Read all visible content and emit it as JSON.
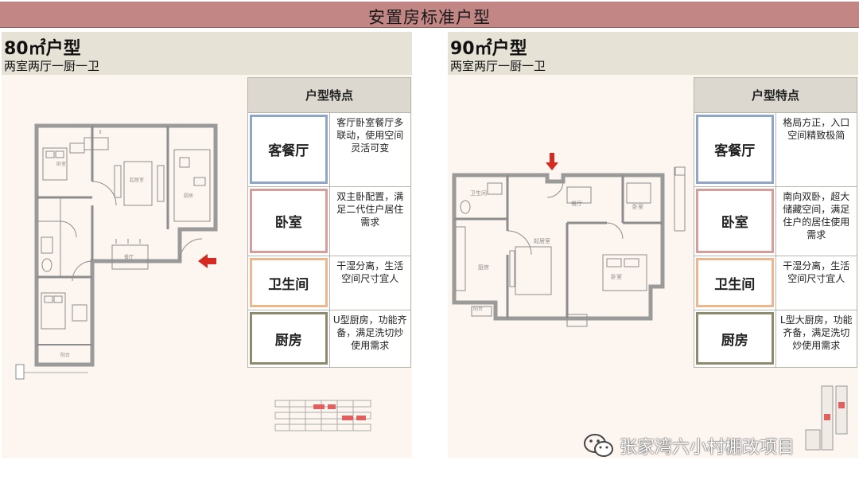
{
  "header": {
    "title": "安置房标准户型"
  },
  "left_panel": {
    "size_label": "80㎡户型",
    "rooms_label": "两室两厅一厨一卫",
    "features_header": "户型特点",
    "features": [
      {
        "name": "客餐厅",
        "desc": "客厅卧室餐厅多联动，使用空间灵活可变"
      },
      {
        "name": "卧室",
        "desc": "双主卧配置，满足二代住户居住需求"
      },
      {
        "name": "卫生间",
        "desc": "干湿分离，生活空间尺寸宜人"
      },
      {
        "name": "厨房",
        "desc": "U型厨房，功能齐备，满足洗切炒使用需求"
      }
    ]
  },
  "right_panel": {
    "size_label": "90㎡户型",
    "rooms_label": "两室两厅一厨一卫",
    "features_header": "户型特点",
    "features": [
      {
        "name": "客餐厅",
        "desc": "格局方正，入口空间精致极简"
      },
      {
        "name": "卧室",
        "desc": "南向双卧，超大储藏空间，满足住户的居住使用需求"
      },
      {
        "name": "卫生间",
        "desc": "干湿分离，生活空间尺寸宜人"
      },
      {
        "name": "厨房",
        "desc": "L型大厨房，功能齐备，满足洗切炒使用需求"
      }
    ]
  },
  "watermark": {
    "text": "张家湾六小村棚改项目"
  },
  "colors": {
    "header_bg": "#c28684",
    "panel_bg": "#fdf5ef",
    "living_border": "#8fa6c6",
    "bedroom_border": "#d59e9b",
    "bath_border": "#ecb78d",
    "kitchen_border": "#8e8a6d",
    "arrow": "#d42a22"
  },
  "icons": [
    "entrance-arrow-icon",
    "wechat-icon"
  ]
}
